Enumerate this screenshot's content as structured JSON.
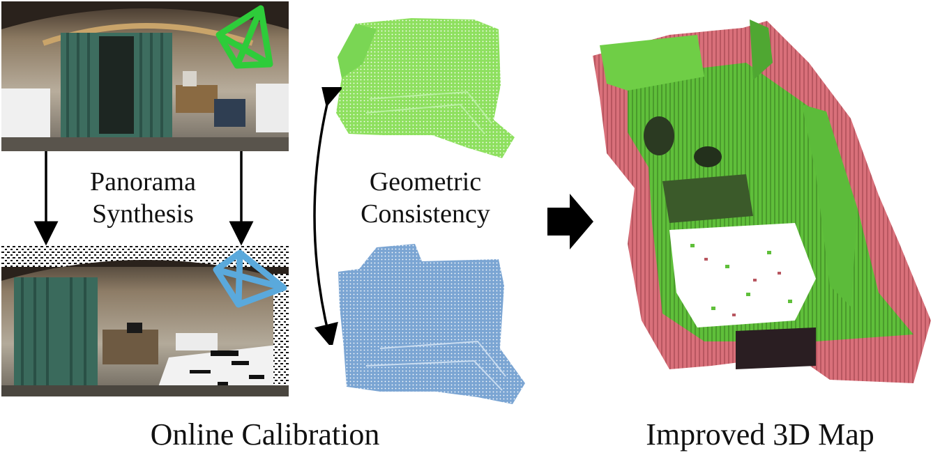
{
  "labels": {
    "panorama_synthesis": [
      "Panorama",
      "Synthesis"
    ],
    "geometric_consistency": [
      "Geometric",
      "Consistency"
    ],
    "online_calibration": "Online Calibration",
    "improved_map": "Improved 3D Map"
  },
  "colors": {
    "camera_original": "#2ecc3a",
    "camera_synthesized": "#5aa9dc",
    "cloud_green": "#7fe05a",
    "cloud_blue": "#6f9fd0",
    "map_green": "#5fbf3a",
    "map_red": "#d9707a",
    "arrow": "#000000"
  },
  "icons": {
    "original_camera": "camera-frustum-icon",
    "synthesized_camera": "camera-frustum-icon",
    "bidirectional_arrow": "double-arrow-icon",
    "flow_arrow": "right-arrow-icon"
  }
}
